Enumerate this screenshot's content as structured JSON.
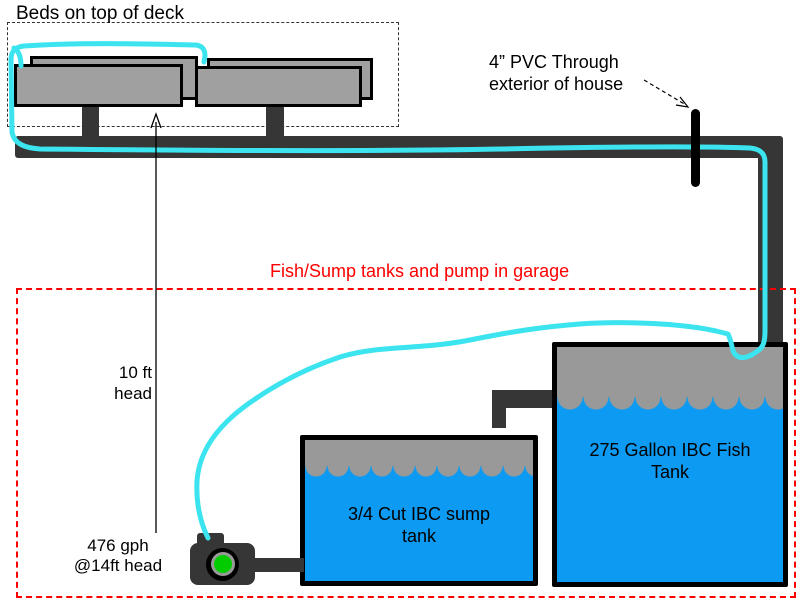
{
  "labels": {
    "beds": "Beds on top of deck",
    "pvc": {
      "line1": "4” PVC Through",
      "line2": "exterior of house"
    },
    "garage": "Fish/Sump tanks and pump in garage",
    "head": {
      "line1": "10 ft",
      "line2": "head"
    },
    "pump": {
      "line1": "476 gph",
      "line2": "@14ft head"
    },
    "sump": {
      "line1": "3/4 Cut IBC sump",
      "line2": "tank"
    },
    "fish": {
      "line1": "275 Gallon IBC Fish",
      "line2": "Tank"
    }
  },
  "colors": {
    "tube_cyan": "#3be4ef",
    "pipe_dark": "#363636",
    "water_blue": "#0d9af2",
    "tank_top_gray": "#999999",
    "bed_gray": "#a0a0a0",
    "annotation_red": "#ff0000",
    "pump_light_green": "#00cc00",
    "pvc_black": "#000000"
  }
}
